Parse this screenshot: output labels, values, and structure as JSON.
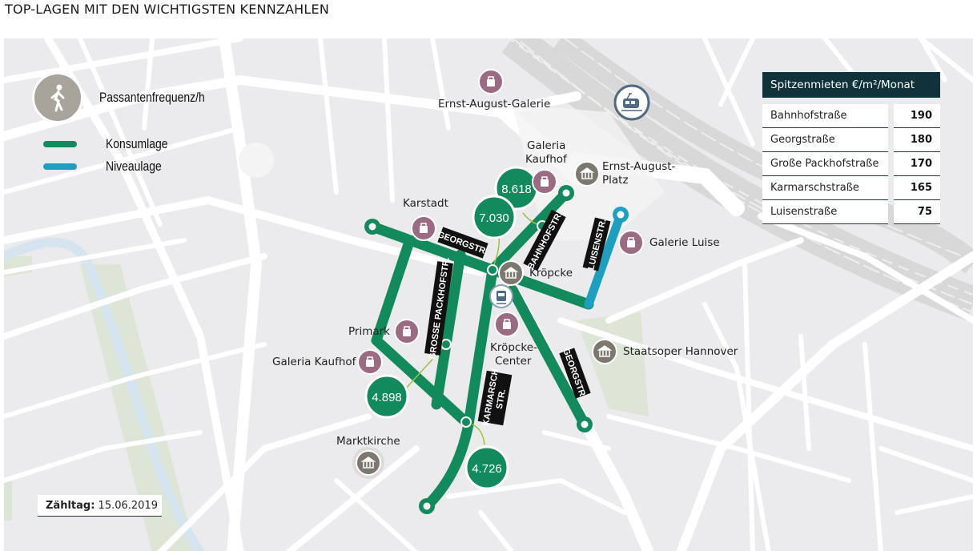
{
  "title": "TOP-LAGEN MIT DEN WICHTIGSTEN KENNZAHLEN",
  "legend": {
    "pedestrian_label": "Passantenfrequenz/h",
    "pedestrian_icon": "pedestrian-icon",
    "items": [
      {
        "label": "Konsumlage",
        "color": "#138a5c"
      },
      {
        "label": "Niveaulage",
        "color": "#1f9fbf"
      }
    ]
  },
  "rent_table": {
    "header": "Spitzenmieten €/m²/Monat",
    "rows": [
      {
        "street": "Bahnhofstraße",
        "value": "190"
      },
      {
        "street": "Georgstraße",
        "value": "180"
      },
      {
        "street": "Große Packhofstraße",
        "value": "170"
      },
      {
        "street": "Karmarschstraße",
        "value": "165"
      },
      {
        "street": "Luisenstraße",
        "value": "75"
      }
    ]
  },
  "count_date": {
    "label": "Zähltag:",
    "value": "15.06.2019"
  },
  "colors": {
    "konsumlage": "#138a5c",
    "niveaulage": "#1f9fbf",
    "shop_poi": "#9a6b82",
    "landmark_poi": "#7d786f",
    "transit_poi": "#4e6a86",
    "map_bg": "#ebebed",
    "road": "#ffffff",
    "water": "#d6e4ef",
    "park": "#dde5d6",
    "label_bg": "#111111",
    "table_header_bg": "#10323a"
  },
  "frequencies": [
    {
      "value": "8.618",
      "street": "Bahnhofstraße (Nord)"
    },
    {
      "value": "7.030",
      "street": "Bahnhofstraße (Süd)"
    },
    {
      "value": "4.898",
      "street": "Große Packhofstraße"
    },
    {
      "value": "4.726",
      "street": "Karmarschstraße"
    }
  ],
  "street_labels": [
    "GEORGSTR.",
    "BAHNHOFSTR.",
    "LUISENSTR.",
    "GROSSE PACKHOFSTR.",
    "KARMARSCH STR.",
    "GEORGSTR."
  ],
  "pois": {
    "ernst_august_galerie": "Ernst-August-Galerie",
    "galeria_kaufhof_north_1": "Galeria",
    "galeria_kaufhof_north_2": "Kaufhof",
    "ernst_august_platz_1": "Ernst-August-",
    "ernst_august_platz_2": "Platz",
    "karstadt": "Karstadt",
    "galerie_luise": "Galerie Luise",
    "kroepcke": "Kröpcke",
    "primark": "Primark",
    "galeria_kaufhof_south": "Galeria Kaufhof",
    "kroepcke_center_1": "Kröpcke-",
    "kroepcke_center_2": "Center",
    "staatsoper": "Staatsoper Hannover",
    "marktkirche": "Marktkirche"
  }
}
